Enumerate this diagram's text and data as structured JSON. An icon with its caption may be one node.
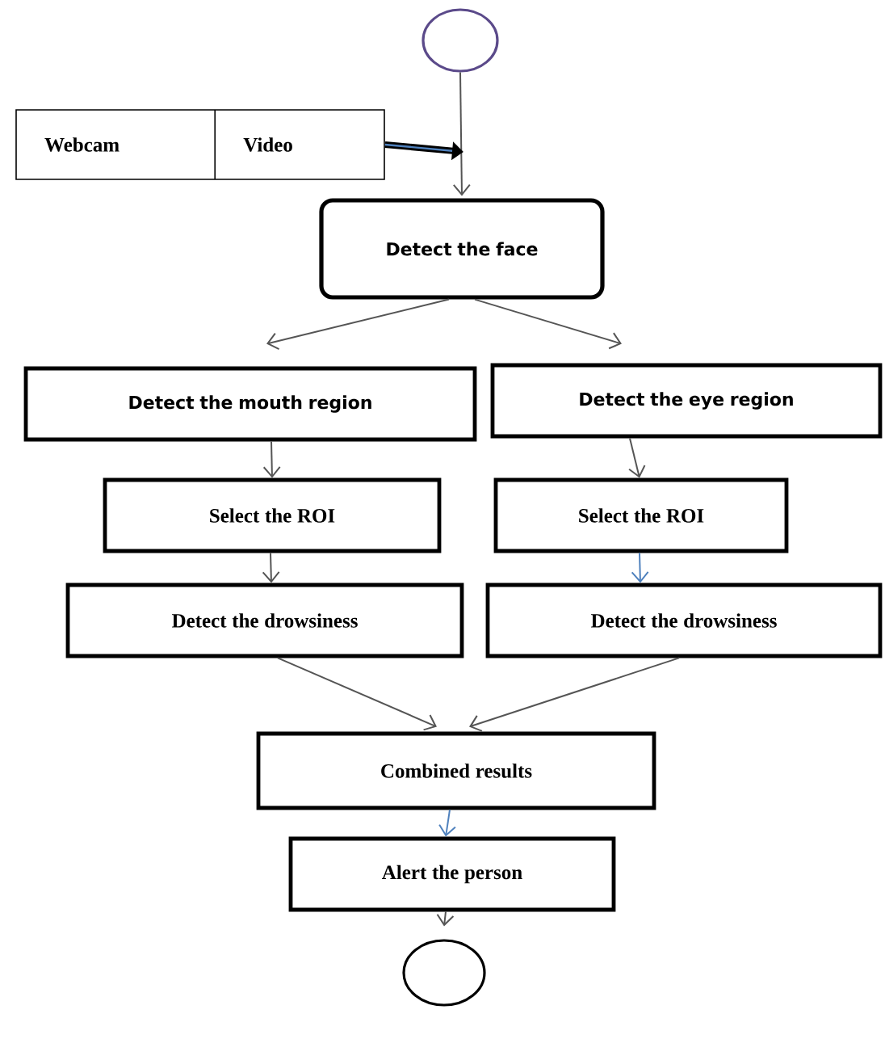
{
  "diagram": {
    "nodes": [
      {
        "text": [],
        "shape": "circle"
      },
      {
        "text": [
          "Webcam",
          "Video"
        ]
      },
      {
        "text": [
          "Detect the face"
        ]
      },
      {
        "text": [
          "Detect the mouth region"
        ]
      },
      {
        "text": [
          "Detect the eye region"
        ]
      },
      {
        "text": [
          "Select the ROI"
        ]
      },
      {
        "text": [
          "Select the ROI"
        ]
      },
      {
        "text": [
          "Detect the drowsiness"
        ]
      },
      {
        "text": [
          "Detect the drowsiness"
        ]
      },
      {
        "text": [
          "Combined results"
        ]
      },
      {
        "text": [
          "Alert the person"
        ]
      },
      {
        "text": [],
        "shape": "circle"
      }
    ],
    "edges": [
      {
        "from": 0,
        "to": 2,
        "arrow": "to"
      },
      {
        "from": 1,
        "to": null,
        "arrow": "to",
        "style": "thick"
      },
      {
        "from": 2,
        "to": 3,
        "arrow": "to"
      },
      {
        "from": 2,
        "to": 4,
        "arrow": "to"
      },
      {
        "from": 3,
        "to": 5,
        "arrow": "to"
      },
      {
        "from": 4,
        "to": 6,
        "arrow": "to"
      },
      {
        "from": 5,
        "to": 7,
        "arrow": "to"
      },
      {
        "from": 6,
        "to": 8,
        "arrow": "to",
        "color": "#4f81bd"
      },
      {
        "from": 7,
        "to": 9,
        "arrow": "to"
      },
      {
        "from": 8,
        "to": 9,
        "arrow": "to"
      },
      {
        "from": 9,
        "to": 10,
        "arrow": "to",
        "color": "#4f81bd"
      },
      {
        "from": 10,
        "to": 11,
        "arrow": "to"
      }
    ]
  }
}
